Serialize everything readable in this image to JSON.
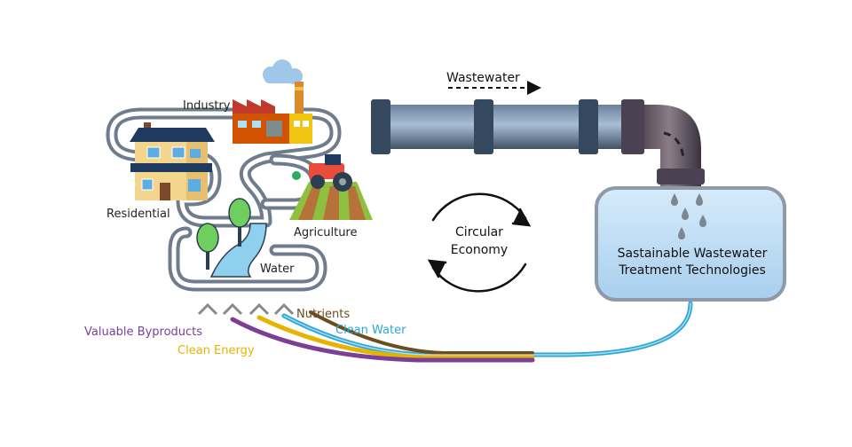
{
  "labels": {
    "industry": "Industry",
    "residential": "Residential",
    "agriculture": "Agriculture",
    "water": "Water",
    "wastewater": "Wastewater",
    "circular_line1": "Circular",
    "circular_line2": "Economy",
    "treatment_line1": "Sastainable Wastewater",
    "treatment_line2": "Treatment Technologies"
  },
  "outputs": {
    "nutrients": "Nutrients",
    "clean_water": "Clean Water",
    "valuable_byproducts": "Valuable Byproducts",
    "clean_energy": "Clean Energy"
  },
  "colors": {
    "nutrients": "#6b4e1f",
    "clean_water": "#2aa7d8",
    "valuable_byproducts": "#7b3f98",
    "clean_energy": "#e6b400",
    "pipe_main": "#2c3e55",
    "tank_fill": "#bcdcf3"
  },
  "icons": [
    "factory-icon",
    "house-icon",
    "tractor-icon",
    "tree-icon",
    "cloud-icon",
    "water-drop-icon",
    "cycle-arrows-icon"
  ]
}
